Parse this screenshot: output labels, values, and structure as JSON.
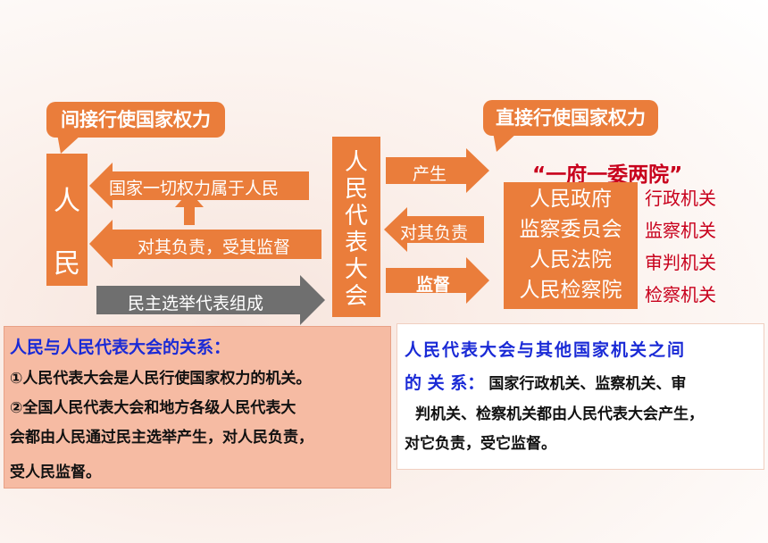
{
  "bubbles": {
    "left": "间接行使国家权力",
    "right": "直接行使国家权力"
  },
  "people": {
    "char1": "人",
    "char2": "民"
  },
  "npc": {
    "label_chars": [
      "人",
      "民",
      "代",
      "表",
      "大",
      "会"
    ]
  },
  "arrows": {
    "power_belongs": "国家一切权力属于人民",
    "responsible_supervised": "对其负责，受其监督",
    "elect": "民主选举代表组成",
    "produce": "产生",
    "responsible": "对其负责",
    "supervise": "监督"
  },
  "organs": {
    "title": "“一府一委两院”",
    "items": [
      {
        "name": "人民政府",
        "type": "行政机关"
      },
      {
        "name": "监察委员会",
        "type": "监察机关"
      },
      {
        "name": "人民法院",
        "type": "审判机关"
      },
      {
        "name": "人民检察院",
        "type": "检察机关"
      }
    ]
  },
  "panel_left": {
    "title": "人民与人民代表大会的关系：",
    "line1": "①人民代表大会是人民行使国家权力的机关。",
    "line2": "②全国人民代表大会和地方各级人民代表大",
    "line3": "会都由人民通过民主选举产生，对人民负责，",
    "line4": "受人民监督。"
  },
  "panel_right": {
    "title1": "人民代表大会与其他国家机关之间",
    "title2": "的 关 系：",
    "text1": "国家行政机关、监察机关、审",
    "text2": "判机关、检察机关都由人民代表大会产生，",
    "text3": "对它负责，受它监督。"
  },
  "colors": {
    "orange": "#ea7d3b",
    "gray": "#6f6f6f",
    "red": "#c8001c",
    "blue": "#1a2ad6",
    "panel": "#f6bba3"
  }
}
